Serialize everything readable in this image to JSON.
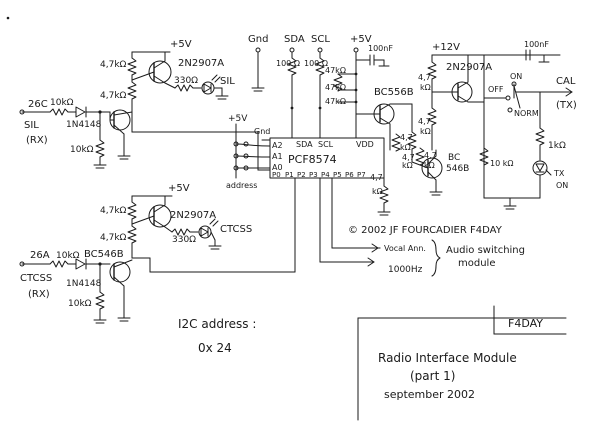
{
  "colors": {
    "ink": "#1a1a1a",
    "paper": "#ffffff"
  },
  "supply": {
    "plus5": "+5V",
    "plus12": "+12V",
    "gnd": "Gnd"
  },
  "bus": {
    "sda": "SDA",
    "scl": "SCL"
  },
  "ic": {
    "name": "PCF8574",
    "vdd": "VDD",
    "gnd": "Gnd",
    "sda": "SDA",
    "scl": "SCL",
    "a2": "A2",
    "a1": "A1",
    "a0": "A0",
    "p0": "P0",
    "p1": "P1",
    "p2": "P2",
    "p3": "P3",
    "p4": "P4",
    "p5": "P5",
    "p6": "P6",
    "p7": "P7",
    "address_label": "address"
  },
  "parts": {
    "r_4k7": "4,7kΩ",
    "r_4k7_short": "4,7 kΩ",
    "r_10k": "10kΩ",
    "r_10k_b": "10 kΩ",
    "r_100": "100 Ω",
    "r_47k": "47kΩ",
    "r_330": "330Ω",
    "r_1k": "1kΩ",
    "cap_100n": "100nF",
    "diode": "1N4148",
    "pnp": "2N2907A",
    "npn_bc546": "BC546B",
    "bc546_a": "BC",
    "bc546_b": "546B",
    "pnp_bc556": "BC556B",
    "r_4_7": "4,7",
    "r_kohm": "kΩ"
  },
  "signals": {
    "pin_26c": "26C",
    "pin_26a": "26A",
    "sil": "SIL",
    "rx": "(RX)",
    "ctcss": "CTCSS",
    "led_sil": "SIL",
    "led_ctcss": "CTCSS",
    "cal": "CAL",
    "tx": "(TX)",
    "on": "ON",
    "off": "OFF",
    "norm": "NORM",
    "tx_led_1": "TX",
    "tx_led_2": "ON",
    "vocal": "Vocal Ann.",
    "tone": "1000Hz",
    "audio_1": "Audio switching",
    "audio_2": "module"
  },
  "copyright": "© 2002 JF FOURCADIER F4DAY",
  "i2c": {
    "label": "I2C address :",
    "value": "0x 24"
  },
  "title_block": {
    "callsign": "F4DAY",
    "line1": "Radio Interface Module",
    "line2": "(part 1)",
    "line3": "september 2002"
  }
}
